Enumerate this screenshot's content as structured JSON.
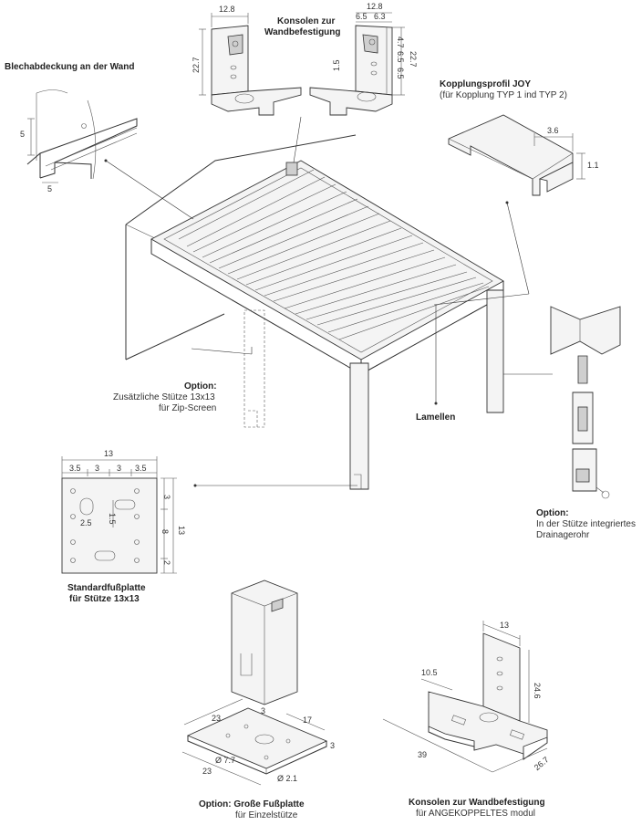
{
  "labels": {
    "wall_cover": "Blechabdeckung an der Wand",
    "brackets_top_line1": "Konsolen zur",
    "brackets_top_line2": "Wandbefestigung",
    "coupling_title": "Kopplungsprofil JOY",
    "coupling_sub": "(für Kopplung TYP 1 ind TYP 2)",
    "option_post_title": "Option:",
    "option_post_line1": "Zusätzliche Stütze 13x13",
    "option_post_line2": "für Zip-Screen",
    "slats": "Lamellen",
    "option_drain_title": "Option:",
    "option_drain_line1": "In der Stütze integriertes",
    "option_drain_line2": "Drainagerohr",
    "base_plate_line1": "Standardfußplatte",
    "base_plate_line2": "für Stütze 13x13",
    "big_plate_title": "Option: Große Fußplatte",
    "big_plate_sub": "für Einzelstütze",
    "brackets_bottom_title": "Konsolen zur Wandbefestigung",
    "brackets_bottom_sub": "für ANGEKOPPELTES modul"
  },
  "dimensions": {
    "wall_cover_a": "5",
    "wall_cover_b": "5",
    "bracket_left_w": "12.8",
    "bracket_left_h": "22.7",
    "bracket_right_w": "12.8",
    "bracket_right_a": "6.5",
    "bracket_right_b": "6.3",
    "bracket_right_c": "4.7",
    "bracket_right_d": "6.5",
    "bracket_right_e": "6.5",
    "bracket_right_h": "22.7",
    "bracket_right_f": "1.5",
    "coupling_w": "3.6",
    "coupling_h": "1.1",
    "plate_total": "13",
    "plate_p1": "3.5",
    "plate_p2": "3",
    "plate_p3": "3",
    "plate_p4": "3.5",
    "plate_hole": "2.5",
    "plate_slot": "1.5",
    "plate_r1": "3",
    "plate_r2": "8",
    "plate_r3": "2",
    "plate_total_v": "13",
    "big_a": "23",
    "big_b": "3",
    "big_c": "17",
    "big_d": "3",
    "big_e": "23",
    "big_hole1": "Ø 7.7",
    "big_hole2": "Ø 2.1",
    "bb_top": "13",
    "bb_h": "24.6",
    "bb_arm": "10.5",
    "bb_len": "39",
    "bb_depth": "26.7"
  }
}
